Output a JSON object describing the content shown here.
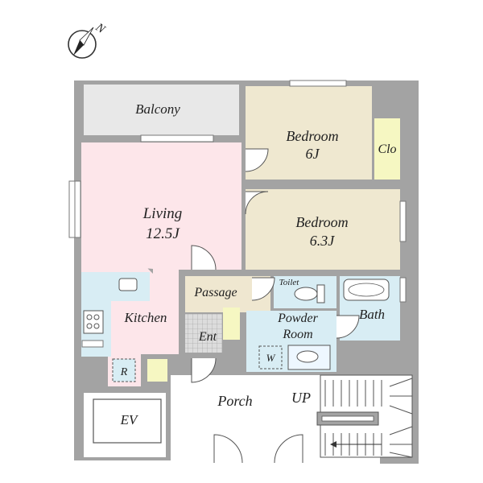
{
  "compass": {
    "label": "N",
    "icon": "north-arrow-icon"
  },
  "rooms": {
    "balcony": {
      "label": "Balcony"
    },
    "bedroom1": {
      "name": "Bedroom",
      "size": "6J"
    },
    "closet": {
      "label": "Clo"
    },
    "living": {
      "name": "Living",
      "size": "12.5J"
    },
    "bedroom2": {
      "name": "Bedroom",
      "size": "6.3J"
    },
    "passage": {
      "label": "Passage"
    },
    "toilet": {
      "label": "Toilet"
    },
    "bath": {
      "label": "Bath"
    },
    "powder": {
      "line1": "Powder",
      "line2": "Room"
    },
    "kitchen": {
      "label": "Kitchen"
    },
    "entrance": {
      "label": "Ent"
    },
    "washer": {
      "label": "W"
    },
    "fridge": {
      "label": "R"
    },
    "porch": {
      "label": "Porch"
    },
    "stairs": {
      "label": "UP"
    },
    "elevator": {
      "label": "EV"
    }
  },
  "colors": {
    "wall": "#a3a3a3",
    "balcony": "#e8e8e8",
    "bedroom": "#efe8d0",
    "closet": "#f6f7c2",
    "living": "#fde6ea",
    "kitchen": "#ffe7eb",
    "wet": "#d8edf4",
    "passage": "#efe7d0",
    "entrance": "#d6d6d6",
    "fixture": "#eef7ff"
  }
}
